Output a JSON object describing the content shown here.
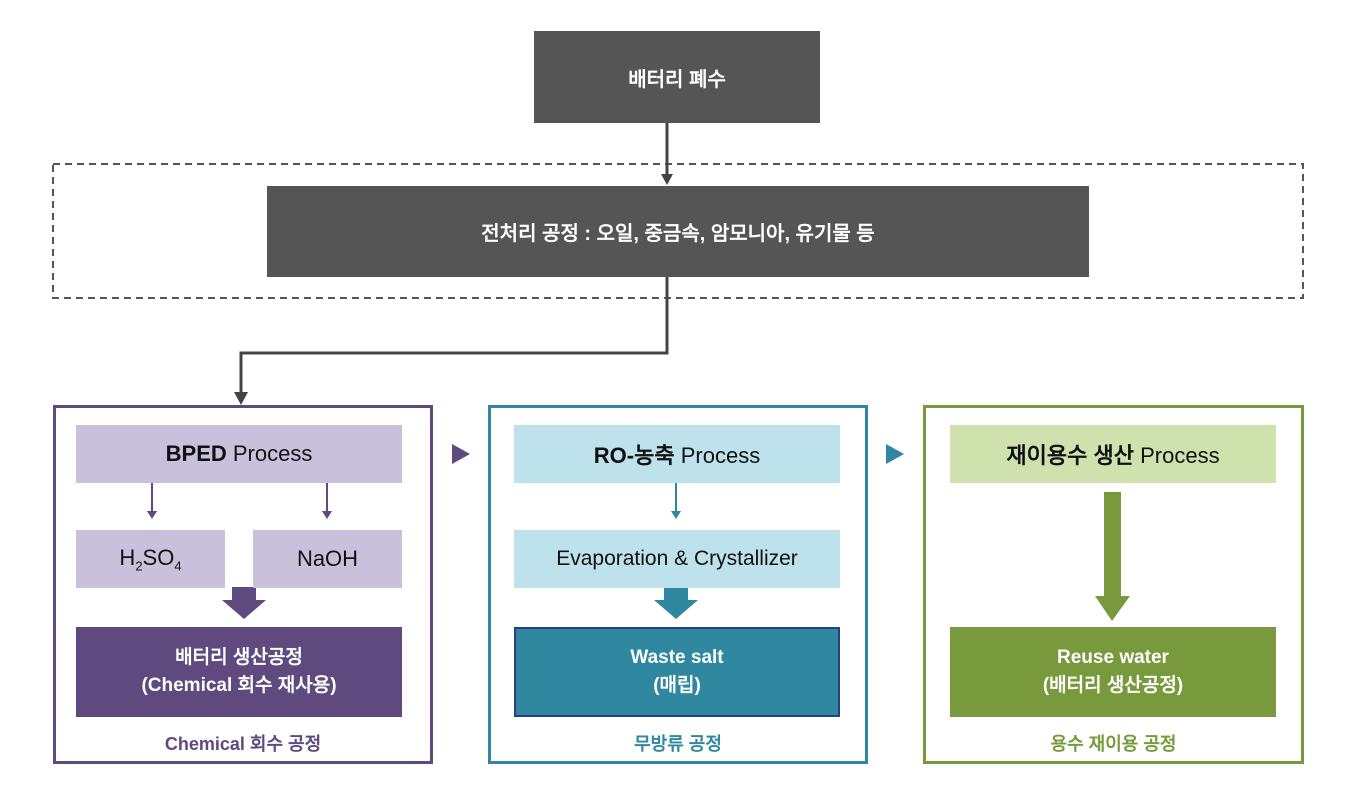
{
  "top": {
    "label": "배터리 폐수"
  },
  "pretreatment": {
    "label": "전처리 공정 : 오일, 중금속, 암모니아, 유기물 등"
  },
  "sections": {
    "chemical": {
      "process_bold": "BPED",
      "process_rest": " Process",
      "acid_base": "H",
      "acid_sub1": "2",
      "acid_mid": "SO",
      "acid_sub2": "4",
      "base": "NaOH",
      "result_line1": "배터리 생산공정",
      "result_line2": "(Chemical 회수 재사용)",
      "caption": "Chemical 회수 공정",
      "color": "#5e4a7e",
      "light": "#c9c1dc"
    },
    "zld": {
      "process_bold": "RO-농축",
      "process_rest": " Process",
      "step": "Evaporation & Crystallizer",
      "result_line1": "Waste salt",
      "result_line2": "(매립)",
      "caption": "무방류 공정",
      "color": "#2f87a0",
      "light": "#bde2ec"
    },
    "reuse": {
      "process_bold": "재이용수 생산",
      "process_rest": " Process",
      "result_line1": "Reuse water",
      "result_line2": "(배터리 생산공정)",
      "caption": "용수 재이용 공정",
      "color": "#789a3c",
      "light": "#cfe2ae"
    }
  }
}
